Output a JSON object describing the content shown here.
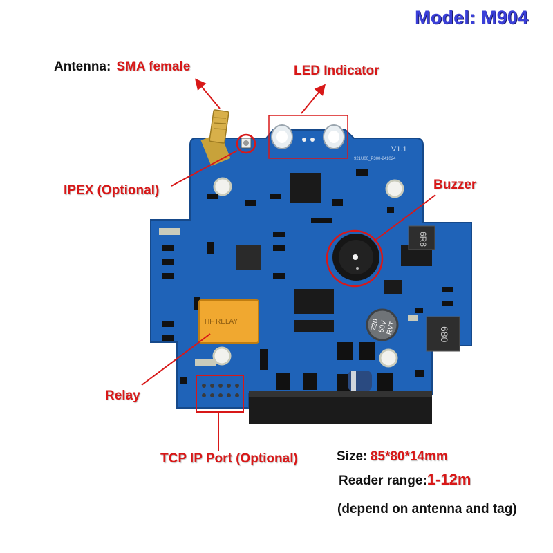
{
  "model": {
    "prefix": "Model:",
    "value": "M904"
  },
  "board": {
    "silk_version": "V1.1",
    "silk_code": "921U00_P300-241024",
    "cap_text": [
      "220",
      "50V",
      "RVT"
    ],
    "inductor_text": "6R8",
    "inductor2_text": "680"
  },
  "callouts": {
    "antenna": {
      "label": "Antenna:",
      "value": "SMA female"
    },
    "led": "LED Indicator",
    "ipex": "IPEX (Optional)",
    "buzzer": "Buzzer",
    "relay": "Relay",
    "tcp": "TCP IP Port (Optional)"
  },
  "specs": {
    "size_label": "Size:",
    "size_value": "85*80*14mm",
    "range_label": "Reader range:",
    "range_value": "1-12m",
    "note": "(depend on antenna and tag)"
  },
  "colors": {
    "pcb": "#1f63b8",
    "callout": "#d81818",
    "model": "#3a3fd8"
  }
}
